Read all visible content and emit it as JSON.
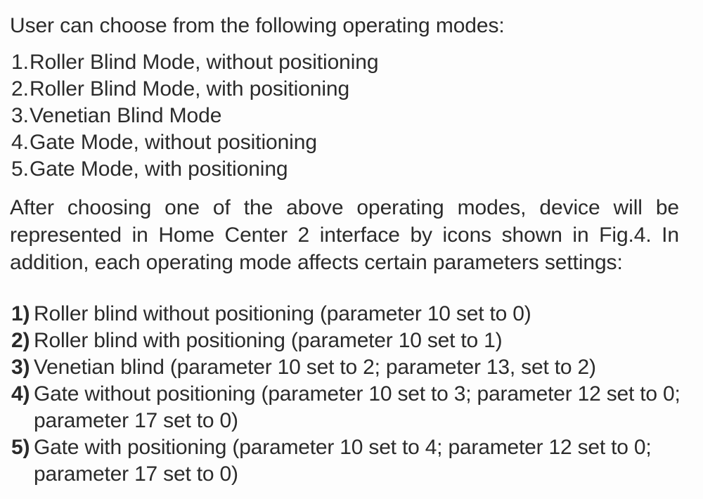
{
  "document": {
    "intro_text": "User can choose from the following operating modes:",
    "mode_list": [
      {
        "number": "1.",
        "label": "Roller Blind Mode, without positioning"
      },
      {
        "number": "2.",
        "label": "Roller Blind Mode, with positioning"
      },
      {
        "number": "3.",
        "label": "Venetian Blind Mode"
      },
      {
        "number": "4.",
        "label": "Gate Mode, without positioning"
      },
      {
        "number": "5.",
        "label": "Gate Mode, with positioning"
      }
    ],
    "paragraph": "After choosing one of the above operating modes, device will be represented in Home Center 2 interface by icons shown in Fig.4. In addition, each operating mode affects certain parameters settings:",
    "param_list": [
      {
        "marker": "1)",
        "text": "Roller blind without positioning (parameter 10 set to 0)"
      },
      {
        "marker": "2)",
        "text": "Roller blind with positioning (parameter 10 set to 1)"
      },
      {
        "marker": "3)",
        "text": "Venetian blind (parameter 10 set to 2; parameter 13, set to 2)"
      },
      {
        "marker": "4)",
        "text": "Gate without positioning (parameter 10 set to 3; parameter 12 set to 0; parameter 17 set to 0)"
      },
      {
        "marker": "5)",
        "text": "Gate with positioning (parameter 10 set to 4; parameter 12 set to 0; parameter 17 set to 0)"
      }
    ],
    "colors": {
      "text": "#2b2b2b",
      "background": "#fdfdfd"
    }
  }
}
